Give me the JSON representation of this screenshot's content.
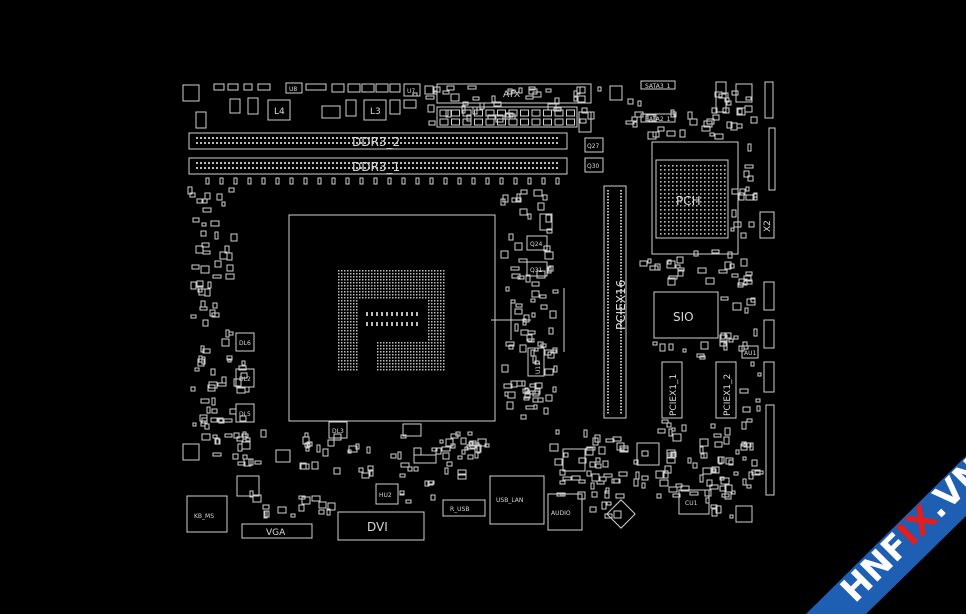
{
  "labels": {
    "atx": "ATX",
    "ddr3_2": "DDR3_2",
    "ddr3_1": "DDR3_1",
    "pch": "PCH",
    "sio": "SIO",
    "pciex16": "PCIEX16",
    "pciex1_1": "PCIEX1_1",
    "pciex1_2": "PCIEX1_2",
    "kb_ms": "KB_MS",
    "vga": "VGA",
    "dvi": "DVI",
    "usb_lan": "USB_LAN",
    "audio": "AUDIO",
    "r_usb": "R_USB",
    "cu1": "CU1",
    "x2": "X2",
    "l4": "L4",
    "l3": "L3",
    "u8": "U8",
    "u7": "U7",
    "q27": "Q27",
    "q30": "Q30",
    "q24": "Q24",
    "q31": "Q31",
    "u11": "U11",
    "dl6": "DL6",
    "dl2": "DL2",
    "dl5": "DL5",
    "dl3": "DL3",
    "aut": "AU1",
    "hu2": "HU2",
    "sata": "SATA3_1",
    "sata2": "SATA2_1"
  },
  "watermark": {
    "text_a": "HNF",
    "text_b": "IX",
    "text_c": ".VN",
    "band_color": "#1e5fb3",
    "accent_color": "#e11d1d"
  }
}
